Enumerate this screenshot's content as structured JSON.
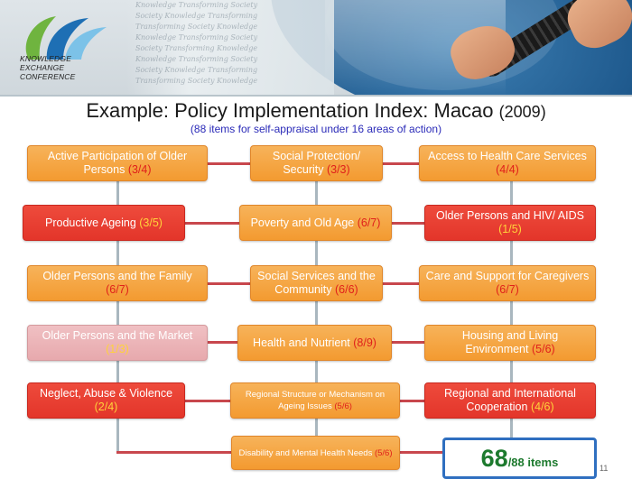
{
  "header": {
    "logo_lines": [
      "KNOWLEDGE",
      "EXCHANGE",
      "CONFERENCE"
    ],
    "banner_words": [
      "Knowledge Transforming Society",
      "Society Knowledge Transforming",
      "Transforming Society Knowledge",
      "Knowledge Transforming Society",
      "Society Transforming Knowledge"
    ]
  },
  "title": {
    "main": "Example: Policy Implementation Index: Macao",
    "year": "(2009)",
    "subtitle": "(88 items for self-appraisal under 16 areas of action)"
  },
  "areas": [
    {
      "label": "Active Participation of Older Persons",
      "score": "(3/4)",
      "color": "#f39a30"
    },
    {
      "label": "Social Protection/ Security",
      "score": "(3/3)",
      "color": "#f39a30"
    },
    {
      "label": "Access to Health Care Services",
      "score": "(4/4)",
      "color": "#f39a30"
    },
    {
      "label": "Productive Ageing",
      "score": "(3/5)",
      "color": "#e3352a"
    },
    {
      "label": "Poverty and Old Age",
      "score": "(6/7)",
      "color": "#f39a30"
    },
    {
      "label": "Older Persons and HIV/ AIDS",
      "score": "(1/5)",
      "color": "#e3352a"
    },
    {
      "label": "Older Persons and the Family",
      "score": "(6/7)",
      "color": "#f39a30"
    },
    {
      "label": "Social Services and the Community",
      "score": "(6/6)",
      "color": "#f39a30"
    },
    {
      "label": "Care and Support for Caregivers",
      "score": "(6/7)",
      "color": "#f39a30"
    },
    {
      "label": "Older Persons and the Market",
      "score": "(1/3)",
      "color": "#e7a9ad"
    },
    {
      "label": "Health and Nutrient",
      "score": "(8/9)",
      "color": "#f39a30"
    },
    {
      "label": "Housing and Living Environment",
      "score": "(5/6)",
      "color": "#f39a30"
    },
    {
      "label": "Neglect, Abuse & Violence",
      "score": "(2/4)",
      "color": "#e3352a"
    },
    {
      "label": "Regional Structure or Mechanism on Ageing Issues",
      "score": "(5/6)",
      "color": "#f39a30"
    },
    {
      "label": "Regional and International Cooperation",
      "score": "(4/6)",
      "color": "#e3352a"
    },
    {
      "label": "Disability and Mental Health Needs",
      "score": "(5/6)",
      "color": "#f39a30"
    }
  ],
  "total": {
    "value": "68",
    "suffix": "/88 items"
  },
  "page_number": "11"
}
